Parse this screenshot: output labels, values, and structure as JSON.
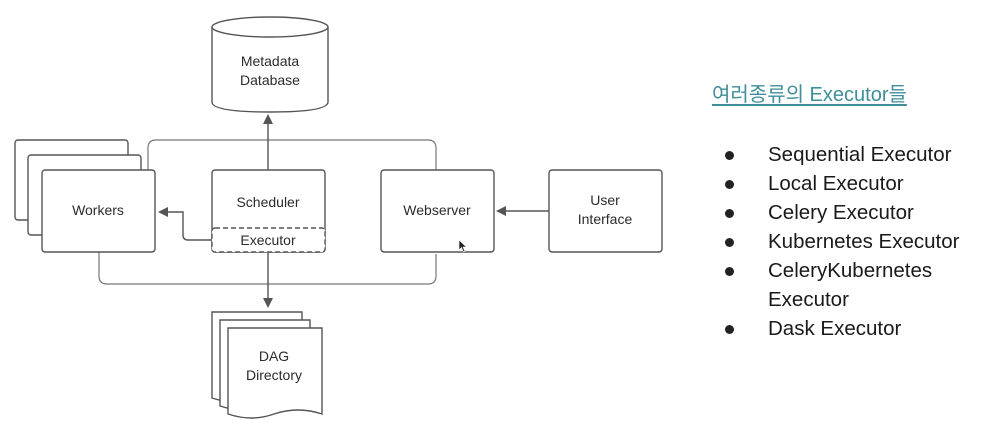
{
  "diagram": {
    "database_label": [
      "Metadata",
      "Database"
    ],
    "workers_label": "Workers",
    "scheduler_label": "Scheduler",
    "executor_label": "Executor",
    "webserver_label": "Webserver",
    "user_interface_label": [
      "User",
      "Interface"
    ],
    "dag_directory_label": [
      "DAG",
      "Directory"
    ]
  },
  "panel": {
    "heading": "여러종류의 Executor들",
    "executors": [
      [
        "Sequential Executor"
      ],
      [
        "Local Executor"
      ],
      [
        "Celery Executor"
      ],
      [
        "Kubernetes Executor"
      ],
      [
        "CeleryKubernetes",
        "Executor"
      ],
      [
        "Dask Executor"
      ]
    ]
  },
  "colors": {
    "stroke": "#555555",
    "heading": "#3f8e9a"
  }
}
